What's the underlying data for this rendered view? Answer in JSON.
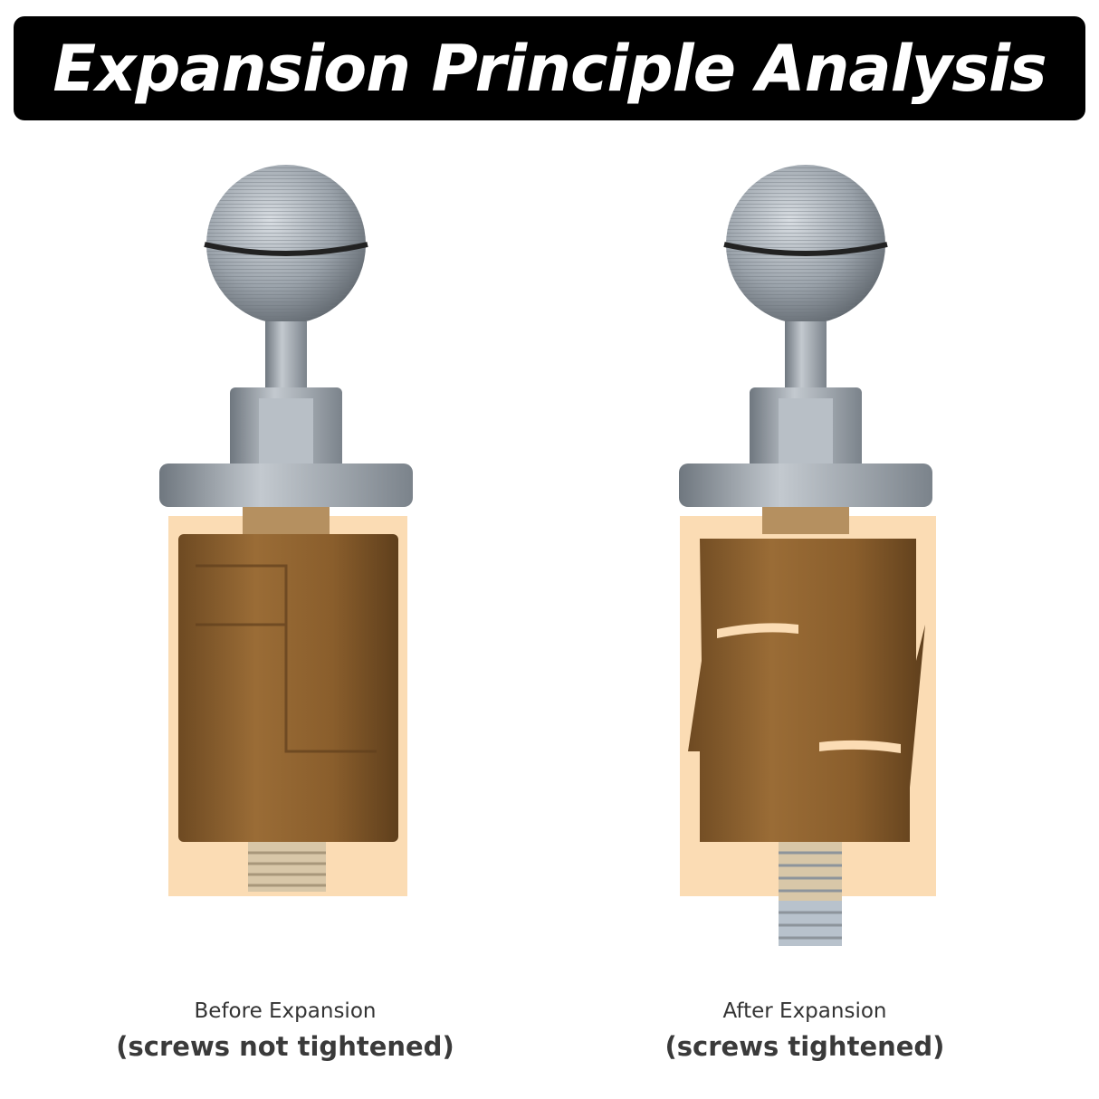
{
  "title": "Expansion Principle Analysis",
  "panels": [
    {
      "state": "before",
      "caption": "Before Expansion",
      "subcaption": "(screws not tightened)"
    },
    {
      "state": "after",
      "caption": "After Expansion",
      "subcaption": "(screws tightened)"
    }
  ],
  "colors": {
    "banner": "#000000",
    "highlight": "#fbdcb4",
    "bronze": "#8a5e2c",
    "metal": "#9aa3ab"
  }
}
